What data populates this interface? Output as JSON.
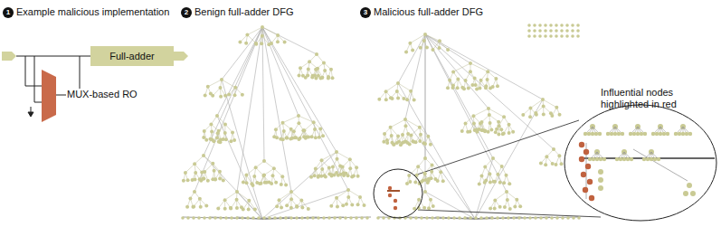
{
  "diagram": {
    "nodes": [
      {
        "text": [
          "Full-adder"
        ]
      },
      {
        "text": [
          "MUX-based RO"
        ]
      }
    ],
    "labels": [
      "1",
      "Example malicious implementation",
      "2",
      "Benign full-adder DFG",
      "3",
      "Malicious full-adder DFG",
      "Influential nodes highlighted in red"
    ]
  }
}
